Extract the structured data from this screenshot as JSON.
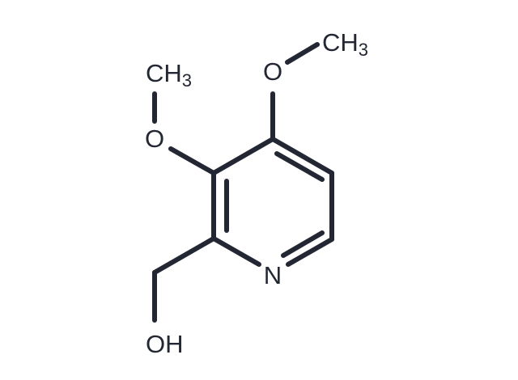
{
  "structure": {
    "ink_color": "#232733",
    "background": "#ffffff",
    "atoms": {
      "methyl_top": {
        "main": "CH",
        "sub": "3"
      },
      "methyl_left": {
        "main": "CH",
        "sub": "3"
      },
      "oxygen_top": "O",
      "oxygen_left": "O",
      "nitrogen": "N",
      "hydroxyl": "OH"
    }
  }
}
